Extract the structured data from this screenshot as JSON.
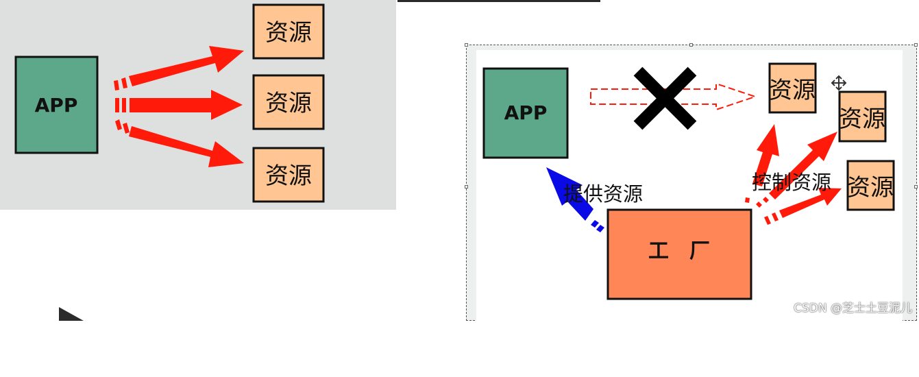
{
  "left_diagram": {
    "app_label": "APP",
    "resources": [
      "资源",
      "资源",
      "资源"
    ]
  },
  "right_diagram": {
    "app_label": "APP",
    "resources": [
      "资源",
      "资源",
      "资源"
    ],
    "factory_label": "工　厂",
    "provide_label": "提供资源",
    "control_label": "控制资源"
  },
  "watermark": "CSDN @芝士土豆泥儿",
  "colors": {
    "app_box": "#5da88a",
    "resource_box": "#ffc693",
    "factory_box": "#ff8757",
    "red_arrow": "#ff1a0a",
    "blue_arrow": "#0a0ae6"
  }
}
